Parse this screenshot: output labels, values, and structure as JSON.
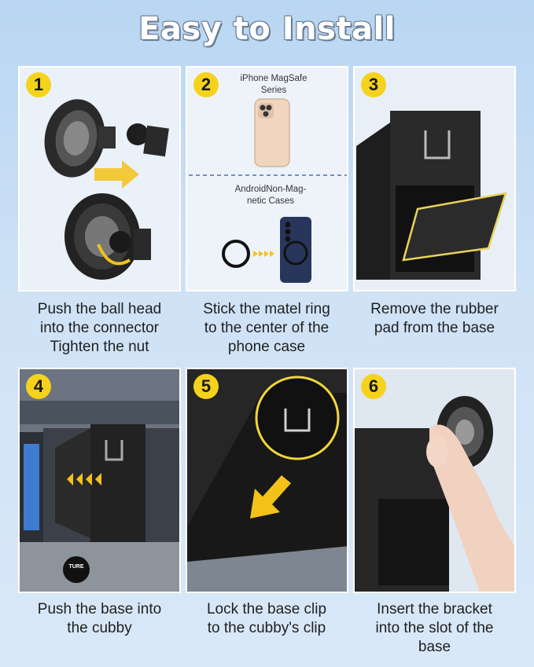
{
  "title": "Easy to Install",
  "steps": [
    {
      "number": "1",
      "caption": [
        "Push the ball head",
        "into the connector",
        "Tighten the nut"
      ]
    },
    {
      "number": "2",
      "caption": [
        "Stick the matel ring",
        "to the center of the",
        "phone case"
      ],
      "labels": {
        "magsafe_line1": "iPhone MagSafe",
        "magsafe_line2": "Series",
        "android_line1": "AndroidNon-Mag-",
        "android_line2": "netic Cases"
      }
    },
    {
      "number": "3",
      "caption": [
        "Remove the rubber",
        "pad from the base"
      ]
    },
    {
      "number": "4",
      "caption": [
        "Push the base into",
        "the cubby"
      ],
      "knob_label": "TURE"
    },
    {
      "number": "5",
      "caption": [
        "Lock the base clip",
        "to the cubby's clip"
      ]
    },
    {
      "number": "6",
      "caption": [
        "Insert the bracket",
        "into the slot of the",
        "base"
      ]
    }
  ],
  "colors": {
    "badge": "#f5d31d",
    "accent_arrow": "#f2c21a",
    "background": "#cfe2f6"
  }
}
